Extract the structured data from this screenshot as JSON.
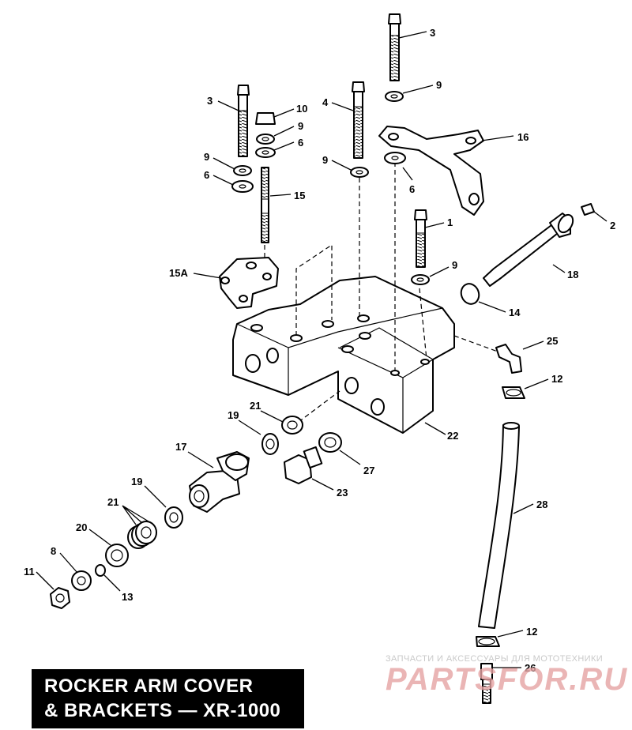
{
  "title": {
    "line1": "ROCKER ARM COVER",
    "line2": "& BRACKETS — XR-1000"
  },
  "watermark": {
    "caption": "ЗАПЧАСТИ И АКСЕССУАРЫ ДЛЯ МОТОТЕХНИКИ",
    "logo": "PARTSFOR.RU"
  },
  "callouts": {
    "c1": "1",
    "c2": "2",
    "c3a": "3",
    "c3b": "3",
    "c4": "4",
    "c6a": "6",
    "c6b": "6",
    "c6c": "6",
    "c8": "8",
    "c9a": "9",
    "c9b": "9",
    "c9c": "9",
    "c9d": "9",
    "c9e": "9",
    "c10": "10",
    "c11": "11",
    "c12a": "12",
    "c12b": "12",
    "c13": "13",
    "c14": "14",
    "c15": "15",
    "c15a": "15A",
    "c16": "16",
    "c17": "17",
    "c18": "18",
    "c19a": "19",
    "c19b": "19",
    "c20": "20",
    "c21a": "21",
    "c21b": "21",
    "c22": "22",
    "c23": "23",
    "c25": "25",
    "c26": "26",
    "c27": "27",
    "c28": "28"
  }
}
